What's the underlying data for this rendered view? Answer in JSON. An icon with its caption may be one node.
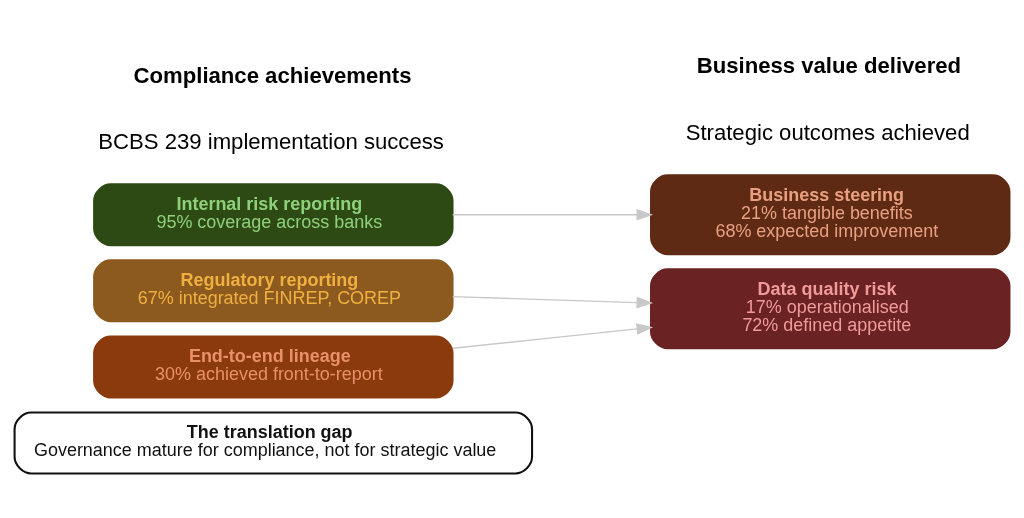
{
  "diagram": {
    "nodes": [
      {
        "text": [
          "Internal risk reporting",
          "95% coverage across banks"
        ]
      },
      {
        "text": [
          "Regulatory reporting",
          "67% integrated FINREP, COREP"
        ]
      },
      {
        "text": [
          "End-to-end lineage",
          "30% achieved front-to-report"
        ]
      },
      {
        "text": [
          "Business steering",
          "21% tangible benefits",
          "68% expected improvement"
        ]
      },
      {
        "text": [
          "Data quality risk",
          "17% operationalised",
          "72% defined appetite"
        ]
      },
      {
        "text": [
          "The translation gap",
          "Governance mature for compliance, not for strategic value"
        ]
      }
    ],
    "edges": [
      {
        "from": 0,
        "to": 3,
        "arrow": "to"
      },
      {
        "from": 1,
        "to": 4,
        "arrow": "to"
      },
      {
        "from": 2,
        "to": 4,
        "arrow": "to"
      }
    ],
    "labels": [
      "Compliance achievements",
      "BCBS 239 implementation success",
      "Business value delivered",
      "Strategic outcomes achieved"
    ]
  }
}
